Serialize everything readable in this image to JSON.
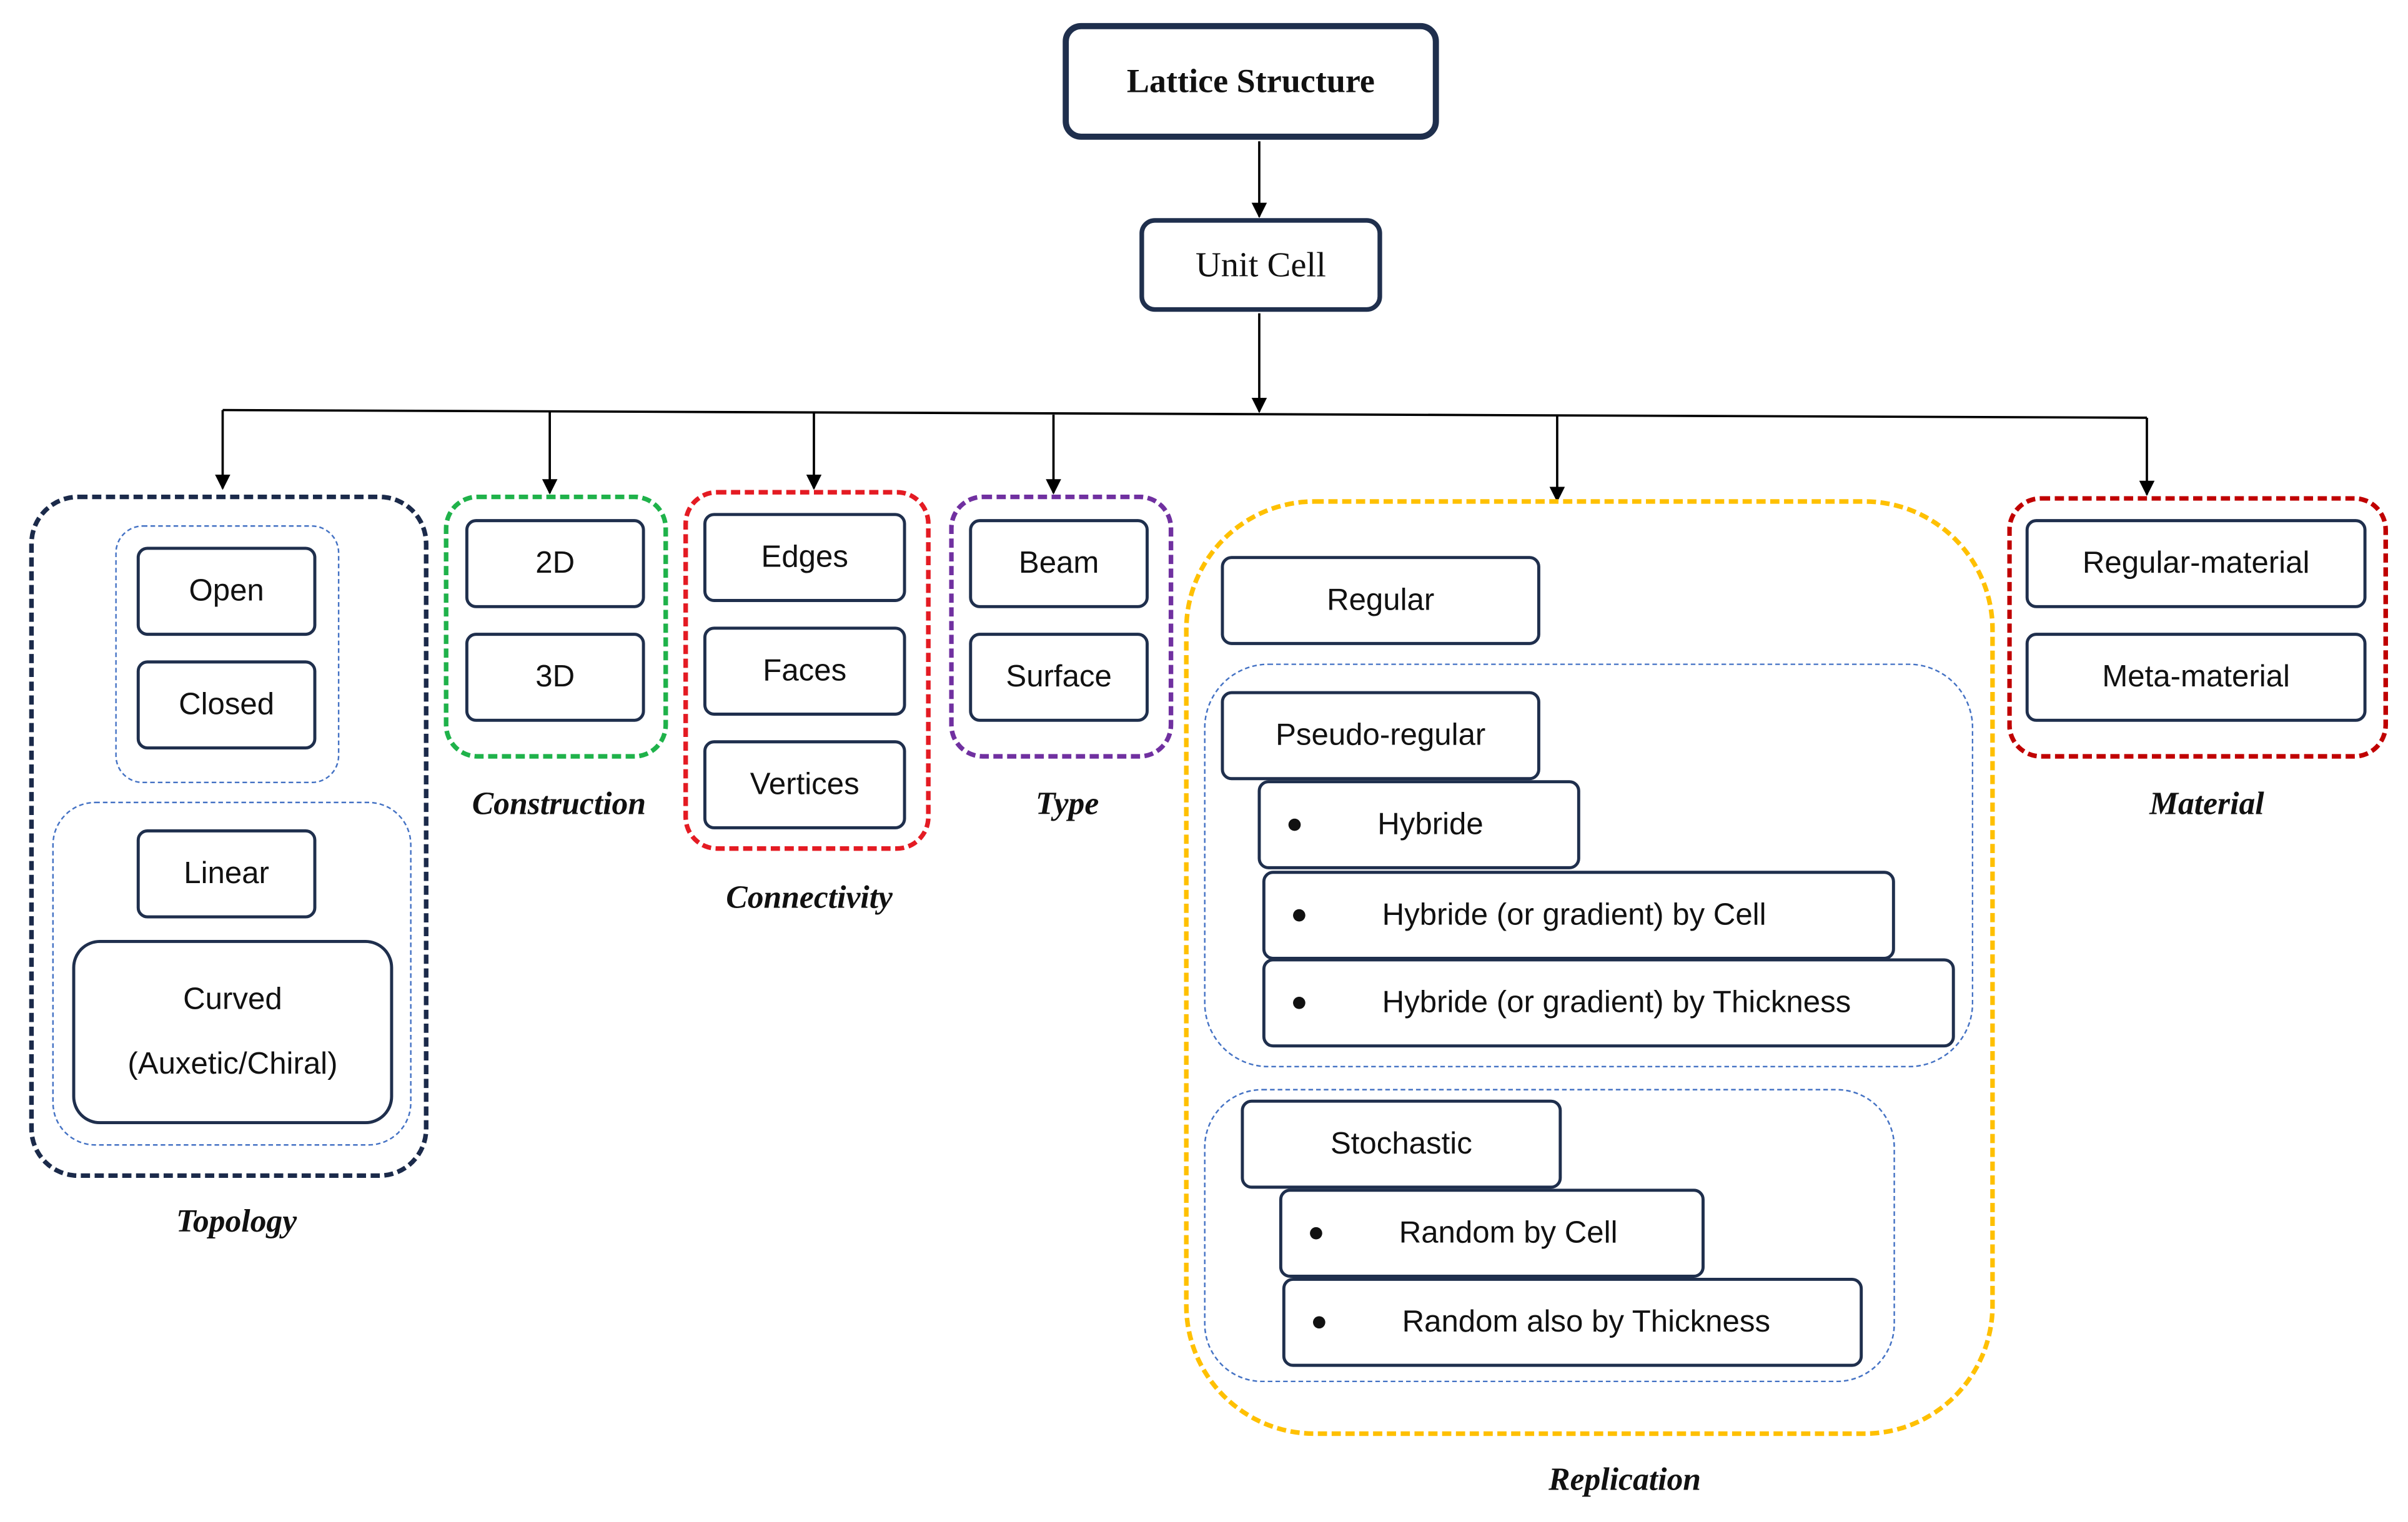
{
  "root": {
    "label": "Lattice Structure"
  },
  "unit_cell": {
    "label": "Unit Cell"
  },
  "topology": {
    "title": "Topology",
    "items": [
      "Open",
      "Closed",
      "Linear"
    ],
    "curved": {
      "line1": "Curved",
      "line2": "(Auxetic/Chiral)"
    }
  },
  "construction": {
    "title": "Construction",
    "items": [
      "2D",
      "3D"
    ]
  },
  "connectivity": {
    "title": "Connectivity",
    "items": [
      "Edges",
      "Faces",
      "Vertices"
    ]
  },
  "type": {
    "title": "Type",
    "items": [
      "Beam",
      "Surface"
    ]
  },
  "replication": {
    "title": "Replication",
    "regular": "Regular",
    "pseudo_regular": {
      "label": "Pseudo-regular",
      "items": [
        "Hybride",
        "Hybride (or gradient) by Cell",
        "Hybride (or gradient) by Thickness"
      ]
    },
    "stochastic": {
      "label": "Stochastic",
      "items": [
        "Random by Cell",
        "Random also by Thickness"
      ]
    }
  },
  "material": {
    "title": "Material",
    "items": [
      "Regular-material",
      "Meta-material"
    ]
  },
  "colors": {
    "navy": "#1f2f4d",
    "green": "#1fb24a",
    "red": "#e41b23",
    "purple": "#7030a0",
    "yellow": "#ffc000",
    "blue": "#4472c4",
    "dark_navy": "#1b2a4a",
    "dark_red": "#c00000"
  }
}
